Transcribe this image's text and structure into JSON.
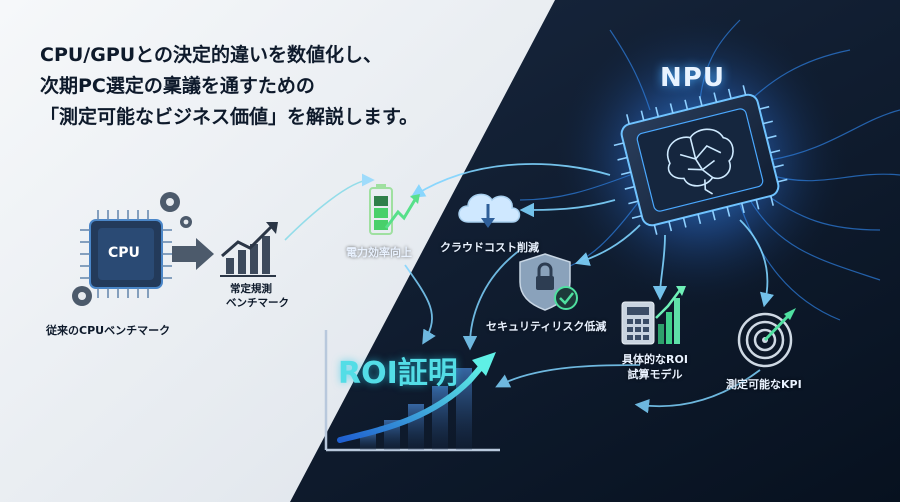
{
  "headline": {
    "line1": "CPU/GPUとの決定的違いを数値化し、",
    "line2": "次期PC選定の稟議を通すための",
    "line3": "「測定可能なビジネス価値」を解説します。"
  },
  "left_panel": {
    "cpu_chip_label": "CPU",
    "benchmark_label": "従来のCPUベンチマーク",
    "steady_label_line1": "常定規測",
    "steady_label_line2": "ベンチマーク"
  },
  "npu": {
    "title": "NPU",
    "icon": "brain-circuit-icon"
  },
  "benefits": [
    {
      "label": "電力効率向上",
      "icon": "battery-chart-icon"
    },
    {
      "label": "クラウドコスト削減",
      "icon": "cloud-download-icon"
    },
    {
      "label": "セキュリティリスク低減",
      "icon": "lock-shield-icon"
    },
    {
      "label_line1": "具体的なROI",
      "label_line2": "試算モデル",
      "icon": "calculator-chart-icon"
    },
    {
      "label": "測定可能なKPI",
      "icon": "target-icon"
    }
  ],
  "roi": {
    "title": "ROI証明",
    "icon": "growth-chart-icon"
  },
  "colors": {
    "light_panel": "#eef1f5",
    "dark_panel": "#0b1a2e",
    "accent_cyan": "#53dde6",
    "accent_blue": "#3aa0ff",
    "text_dark": "#0e1a2b"
  }
}
